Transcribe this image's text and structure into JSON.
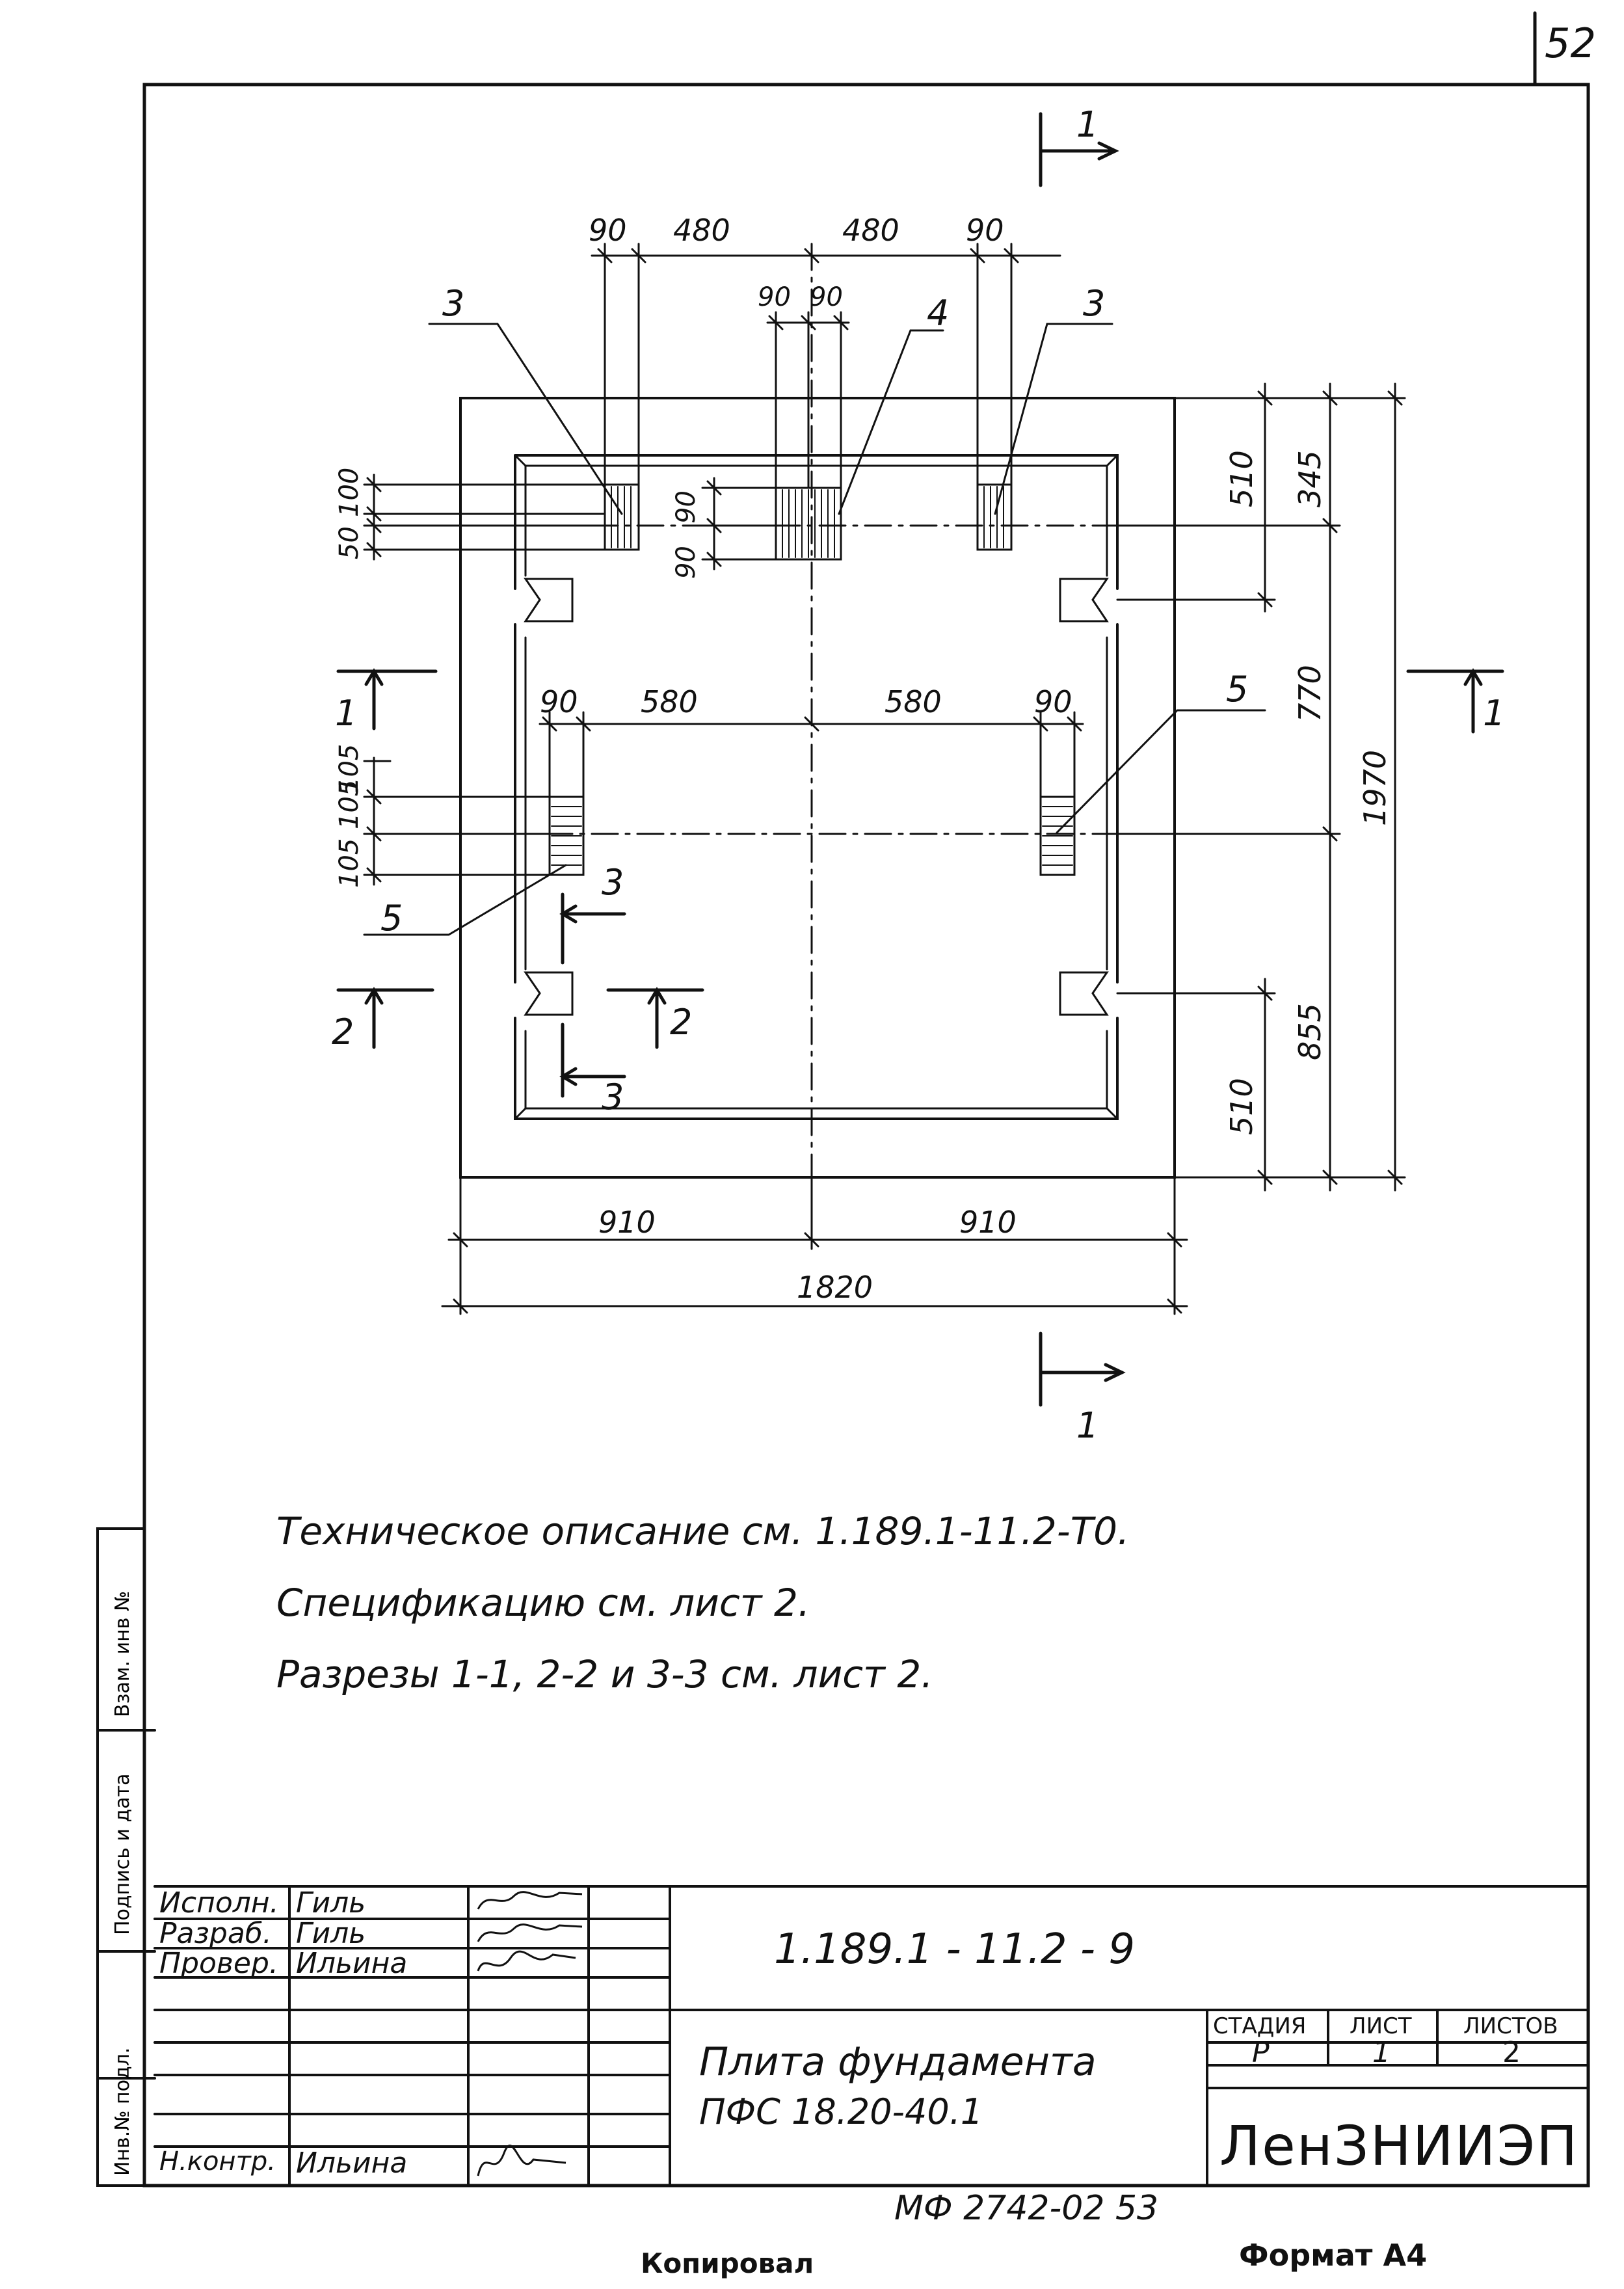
{
  "page_number": "52",
  "dimensions": {
    "top_90_left": "90",
    "top_480_left": "480",
    "top_480_right": "480",
    "top_90_right": "90",
    "center_90_left": "90",
    "center_90_right": "90",
    "left_100": "100",
    "left_50": "50",
    "inner_90_top": "90",
    "inner_90_bottom": "90",
    "mid_90_left": "90",
    "mid_580_left": "580",
    "mid_580_right": "580",
    "mid_90_right": "90",
    "left_105_top": "105",
    "left_105_mid": "105",
    "left_105_bottom": "105",
    "right_510_top": "510",
    "right_345": "345",
    "right_770": "770",
    "right_1970": "1970",
    "right_855": "855",
    "right_510_bottom": "510",
    "bottom_910_left": "910",
    "bottom_910_right": "910",
    "bottom_1820": "1820"
  },
  "labels": {
    "pos3_left": "3",
    "pos4": "4",
    "pos3_right": "3",
    "pos5_right": "5",
    "pos5_left": "5",
    "section_top": "1",
    "section_bottom": "1",
    "section_left_1": "1",
    "section_right_1": "1",
    "section_left_2": "2",
    "section_inner_2": "2",
    "section_3_top": "3",
    "section_3_bottom": "3"
  },
  "notes": [
    "Техническое описание см. 1.189.1-11.2-Т0.",
    "Спецификацию см. лист 2.",
    "Разрезы 1-1, 2-2 и 3-3 см. лист 2."
  ],
  "side_strip": {
    "inv_no_sub": "Инв.№ подл.",
    "sign_date": "Подпись и дата",
    "vzam_inv": "Взам. инв №"
  },
  "title_block": {
    "roles": [
      "Исполн.",
      "Разраб.",
      "Провер.",
      "",
      "",
      "",
      "Н.контр."
    ],
    "names": [
      "Гиль",
      "Гиль",
      "Ильина",
      "",
      "",
      "",
      "Ильина"
    ],
    "doc_code": "1.189.1 - 11.2 - 9",
    "title_line1": "Плита фундамента",
    "title_line2": "ПФС 18.20-40.1",
    "stage_header": "Стадия",
    "sheet_header": "Лист",
    "sheets_header": "Листов",
    "stage_value": "Р",
    "sheet_value": "1",
    "sheets_value": "2",
    "organization": "ЛенЗНИИЭП"
  },
  "footer": {
    "archive_code": "МФ 2742-02 53",
    "copied": "Копировал",
    "format": "Формат А4"
  }
}
